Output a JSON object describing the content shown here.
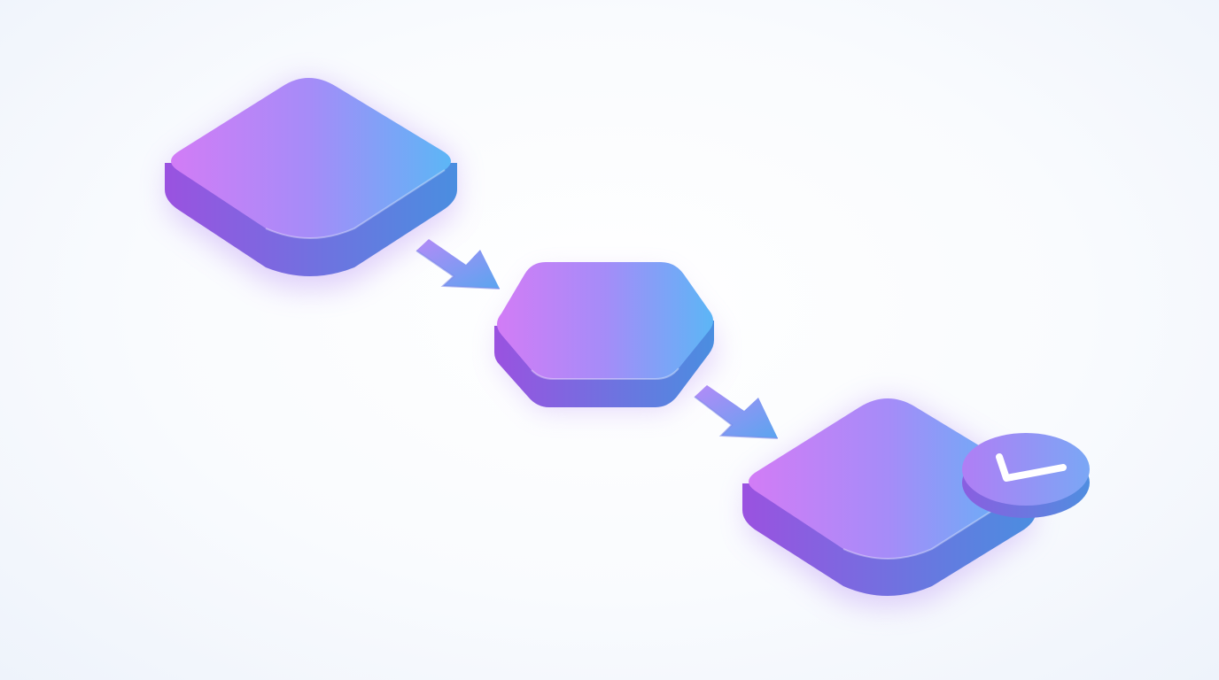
{
  "diagram": {
    "type": "isometric-flow",
    "steps": [
      {
        "id": "step-start",
        "shape": "rounded-diamond"
      },
      {
        "id": "step-process",
        "shape": "hexagon"
      },
      {
        "id": "step-complete",
        "shape": "rounded-diamond",
        "badge": "check-icon"
      }
    ],
    "connectors": [
      {
        "from": "step-start",
        "to": "step-process",
        "icon": "arrow-icon"
      },
      {
        "from": "step-process",
        "to": "step-complete",
        "icon": "arrow-icon"
      }
    ]
  },
  "colors": {
    "background": "#f7f9fd",
    "gradient_start": "#d27cf6",
    "gradient_mid": "#a58cf8",
    "gradient_end": "#5cb6f6",
    "side_start": "#9a52e0",
    "side_end": "#4a8ee0",
    "badge_top": "#9c86f5",
    "check": "#ffffff"
  }
}
